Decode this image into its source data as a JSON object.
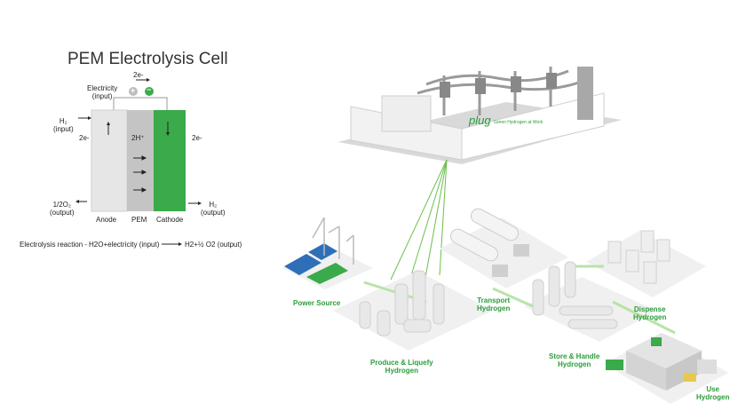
{
  "cell": {
    "title": "PEM Electrolysis Cell",
    "electron_top": "2e-",
    "electricity_input": "Electricity\n(input)",
    "plus_symbol": "+",
    "minus_symbol": "−",
    "h2_input": "H₂\n(input)",
    "left_2e": "2e-",
    "proton": "2H⁺",
    "right_2e": "2e-",
    "half_o2_output": "1/2O₂\n(output)",
    "h2_output": "H₂\n(output)",
    "anode": "Anode",
    "pem": "PEM",
    "cathode": "Cathode",
    "reaction_prefix": "Electrolysis reaction -",
    "reaction_lhs": "H2O+electricity (input)",
    "reaction_rhs": "H2+½ O2 (output)"
  },
  "machine": {
    "brand": "plug",
    "tagline": "Green Hydrogen at Work"
  },
  "supply_chain": {
    "power_source": "Power Source",
    "produce": "Produce  &  Liquefy\nHydrogen",
    "transport": "Transport\nHydrogen",
    "store": "Store & Handle\nHydrogen",
    "dispense": "Dispense\nHydrogen",
    "use": "Use\nHydrogen"
  },
  "colors": {
    "cathode_green": "#3aaa4a",
    "brand_green": "#2a9d3a",
    "anode_gray": "#e6e6e6",
    "pem_gray": "#c4c4c4"
  }
}
